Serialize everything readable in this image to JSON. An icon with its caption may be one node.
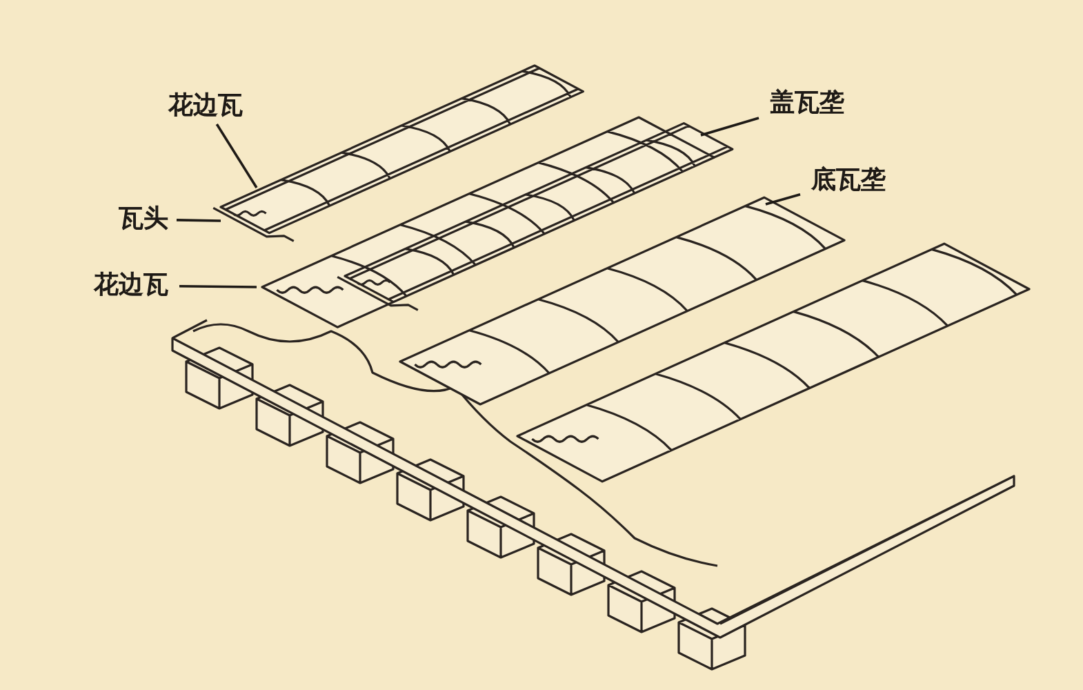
{
  "diagram": {
    "nodes": [
      {
        "text": [
          "花边瓦"
        ]
      },
      {
        "text": [
          "瓦头"
        ]
      },
      {
        "text": [
          "花边瓦"
        ]
      },
      {
        "text": [
          "盖瓦垄"
        ]
      },
      {
        "text": [
          "底瓦垄"
        ]
      }
    ],
    "edges": [
      {
        "from": 0,
        "to": null,
        "arrow": "none"
      },
      {
        "from": 1,
        "to": null,
        "arrow": "none"
      },
      {
        "from": 2,
        "to": null,
        "arrow": "none"
      },
      {
        "from": 3,
        "to": null,
        "arrow": "none"
      },
      {
        "from": 4,
        "to": null,
        "arrow": "none"
      }
    ]
  }
}
